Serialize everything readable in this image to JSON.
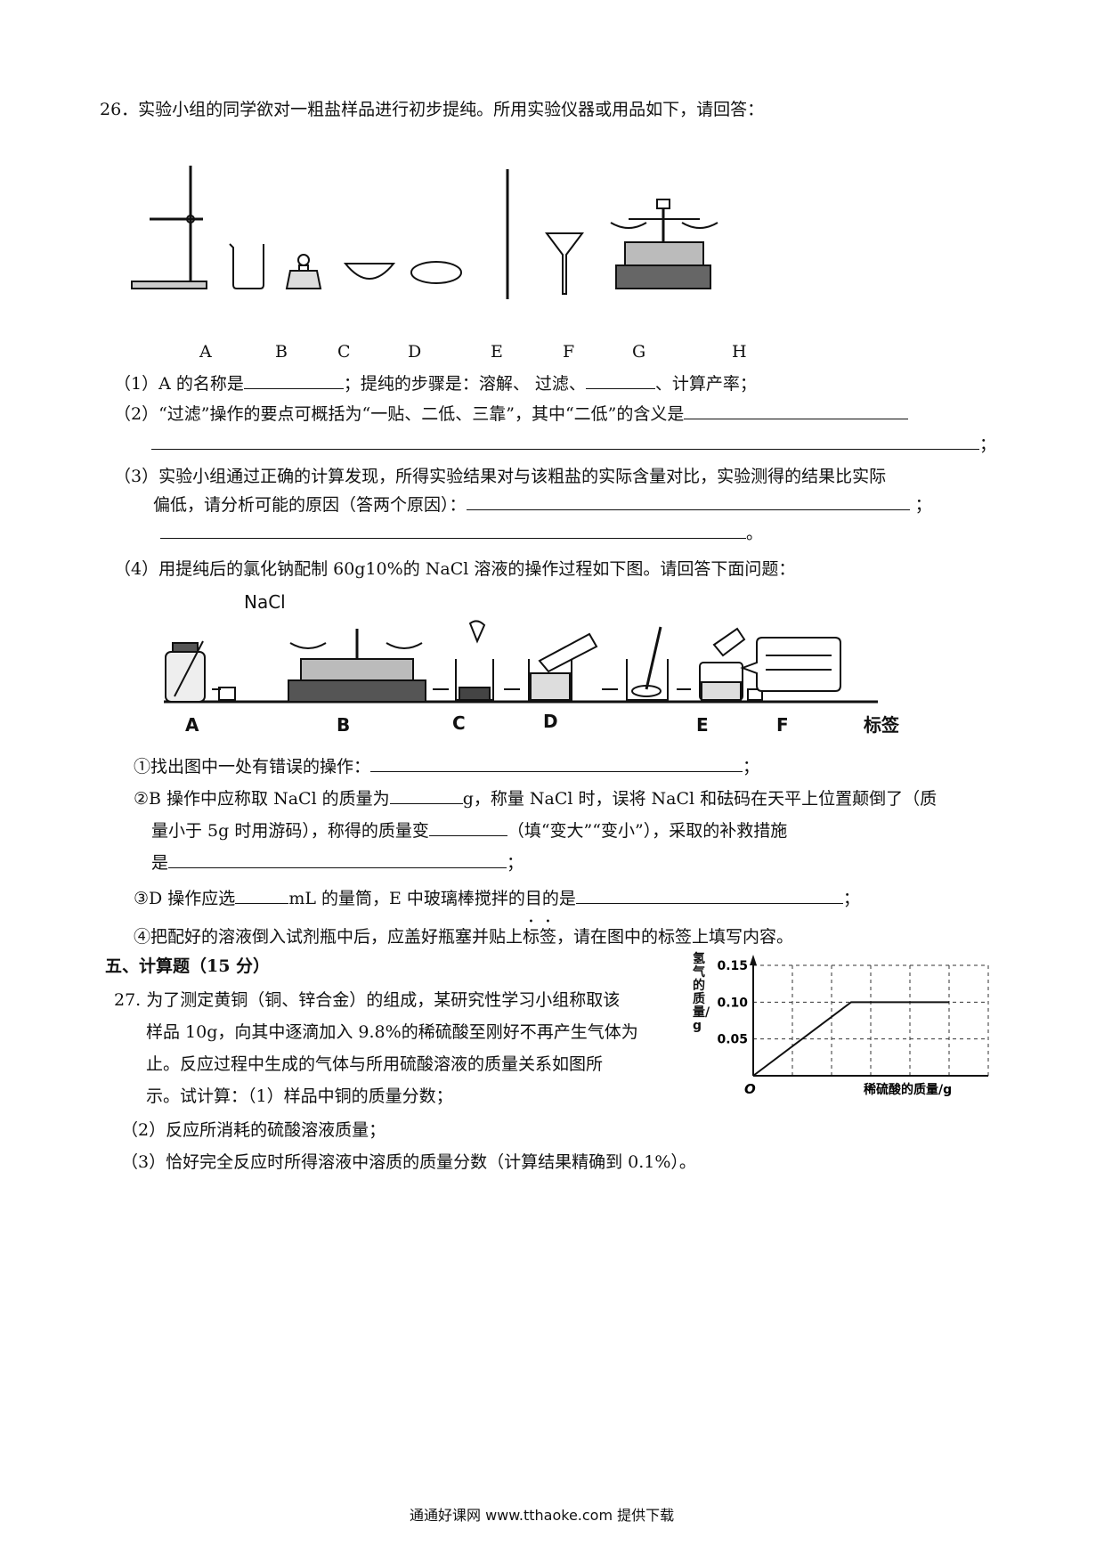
{
  "q26": {
    "intro": "26．实验小组的同学欲对一粗盐样品进行初步提纯。所用实验仪器或用品如下，请回答：",
    "apparatus_letters": [
      "A",
      "B",
      "C",
      "D",
      "E",
      "F",
      "G",
      "H"
    ],
    "p1_a": "（1）A 的名称是",
    "p1_b": "；提纯的步骤是：溶解、 过滤、",
    "p1_c": "、计算产率；",
    "p2_a": "（2）“过滤”操作的要点可概括为“一贴、二低、三靠”，其中“二低”的含义是",
    "semicolon": "；",
    "p3_line1": "（3）实验小组通过正确的计算发现，所得实验结果对与该粗盐的实际含量对比，实验测得的结果比实际",
    "p3_line2": "偏低，请分析可能的原因（答两个原因）：",
    "period": "。",
    "p4": "（4）用提纯后的氯化钠配制 60g10%的 NaCl 溶液的操作过程如下图。请回答下面问题：",
    "fig2_nacl": "NaCl",
    "fig2_letters": [
      "A",
      "B",
      "C",
      "D",
      "E",
      "F"
    ],
    "fig2_label": "标签",
    "s1_a": "①找出图中一处有错误的操作：",
    "s2_a": "②B 操作中应称取 NaCl 的质量为",
    "s2_b": "g，称量 NaCl 时，误将 NaCl 和砝码在天平上位置颠倒了（质",
    "s2_line2a": "量小于  5g  时用游码），称得的质量变",
    "s2_line2b": "（填“变大”“变小”），采取的补救措施",
    "s2_line3": "是",
    "s3_a": "③D 操作应选",
    "s3_b": "mL 的量筒，E 中玻璃棒搅拌的目的是",
    "s4_a": "④把配好的溶液倒入试剂瓶中后，应盖好瓶塞并贴上",
    "s4_dotted": "标签",
    "s4_b": "，请在图中的标签上填写内容。"
  },
  "section5": {
    "title": "五、计算题（15 分）"
  },
  "q27": {
    "line1": "27. 为了测定黄铜（铜、锌合金）的组成，某研究性学习小组称取该",
    "line2": "样品 10g，向其中逐滴加入 9.8%的稀硫酸至刚好不再产生气体为",
    "line3": "止。反应过程中生成的气体与所用硫酸溶液的质量关系如图所",
    "line4": "示。试计算：（1）样品中铜的质量分数；",
    "line5": "（2）反应所消耗的硫酸溶液质量；",
    "line6": "（3）恰好完全反应时所得溶液中溶质的质量分数（计算结果精确到 0.1%）。"
  },
  "chart_data": {
    "type": "line",
    "ylabel": "氢气的质量/g",
    "xlabel": "稀硫酸的质量/g",
    "origin_label": "O",
    "y_ticks": [
      "0.15",
      "0.10",
      "0.05"
    ],
    "ylim": [
      0,
      0.15
    ],
    "grid": true,
    "series": [
      {
        "x": [
          0,
          2.5,
          5
        ],
        "y": [
          0,
          0.1,
          0.1
        ]
      }
    ]
  },
  "footer": "通通好课网  www.tthaoke.com  提供下载"
}
